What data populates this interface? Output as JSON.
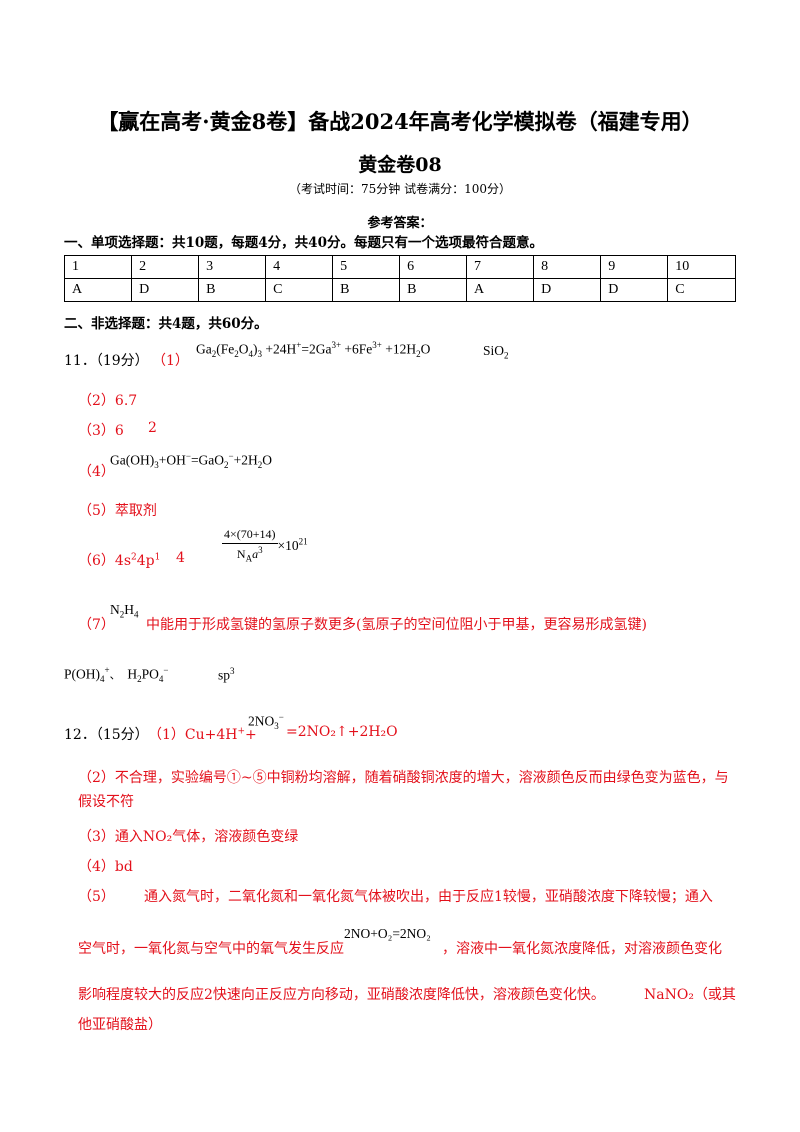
{
  "header": {
    "title": "【赢在高考·黄金8卷】备战2024年高考化学模拟卷（福建专用）",
    "subtitle": "黄金卷08",
    "exam_note": "（考试时间：75分钟   试卷满分：100分）",
    "answers_label": "参考答案："
  },
  "section1": {
    "heading": "一、单项选择题：共10题，每题4分，共40分。每题只有一个选项最符合题意。",
    "numbers": [
      "1",
      "2",
      "3",
      "4",
      "5",
      "6",
      "7",
      "8",
      "9",
      "10"
    ],
    "answers": [
      "A",
      "D",
      "B",
      "C",
      "B",
      "B",
      "A",
      "D",
      "D",
      "C"
    ]
  },
  "section2": {
    "heading": "二、非选择题：共4题，共60分。"
  },
  "q11": {
    "label": "11．（19分）",
    "p1_num": "（1）",
    "p1_sio2": "SiO",
    "p2": "（2）6.7",
    "p3a": "（3）6",
    "p3b": "2",
    "p4_num": "（4）",
    "p5": "（5）萃取剂",
    "p6": "（6）4s",
    "p6_sup": "2",
    "p6_rest": "4p",
    "p6_sup2": "1",
    "p6_b": "4",
    "p6_frac_num": "4×(70+14)",
    "p6_frac_den": "N",
    "p6_pow": "×10",
    "p6_pow_exp": "21",
    "p7_num": "（7）",
    "p7_text": "中能用于形成氢键的氢原子数更多(氢原子的空间位阻小于甲基，更容易形成氢键)",
    "ions_sep": "、",
    "sp3": "sp"
  },
  "q12": {
    "label": "12．（15分）",
    "p1": "（1）Cu+4H",
    "p1_plus": "+",
    "p1_plus2": "+",
    "p1_no3": "2NO",
    "p1_rest": "=2NO₂↑+2H₂O",
    "p2": "（2）不合理，实验编号①~⑤中铜粉均溶解，随着硝酸铜浓度的增大，溶液颜色反而由绿色变为蓝色，与假设不符",
    "p3": "（3）通入NO₂气体，溶液颜色变绿",
    "p4": "（4）bd",
    "p5_num": "（5）",
    "p5_line1": "通入氮气时，二氧化氮和一氧化氮气体被吹出，由于反应1较慢，亚硝酸浓度下降较慢；通入",
    "p5_line2a": "空气时，一氧化氮与空气中的氧气发生反应",
    "p5_eq": "2NO+O₂=2NO₂",
    "p5_line2b": "，溶液中一氧化氮浓度降低，对溶液颜色变化",
    "p5_line3": "影响程度较大的反应2快速向正反应方向移动，亚硝酸浓度降低快，溶液颜色变化快。",
    "p5_salt": "NaNO₂（或其",
    "p5_line4": "他亚硝酸盐）"
  }
}
